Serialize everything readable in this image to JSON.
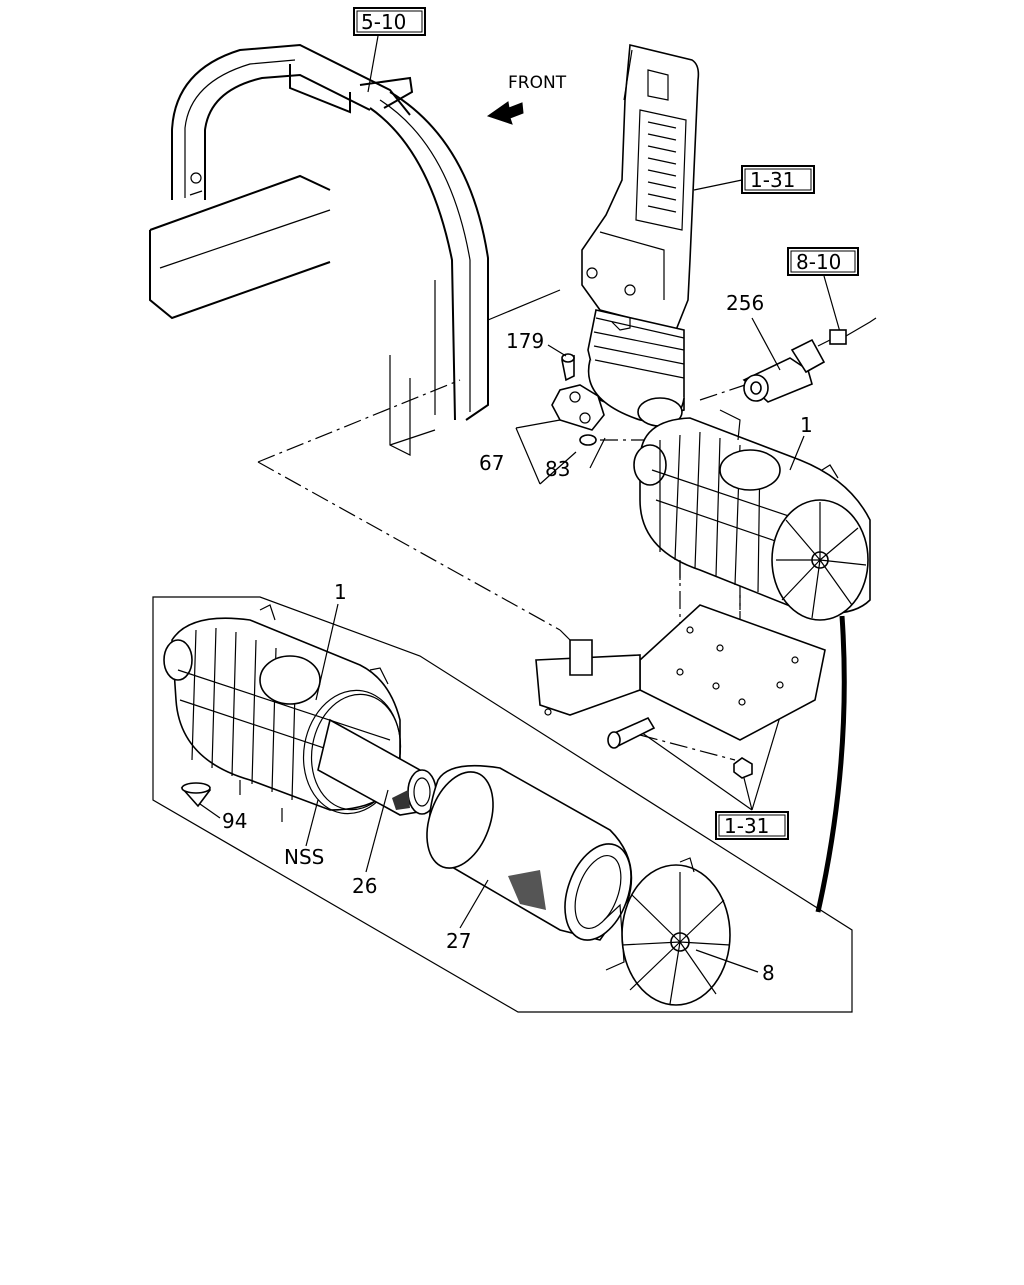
{
  "direction_label": "FRONT",
  "refs": {
    "ref_5_10": "5-10",
    "ref_1_31_top": "1-31",
    "ref_8_10": "8-10",
    "ref_1_31_bottom": "1-31"
  },
  "callouts": {
    "p179": "179",
    "p256": "256",
    "p1_top": "1",
    "p67": "67",
    "p83": "83",
    "p1_bottom": "1",
    "p94": "94",
    "nss": "NSS",
    "p26": "26",
    "p27": "27",
    "p8": "8"
  }
}
